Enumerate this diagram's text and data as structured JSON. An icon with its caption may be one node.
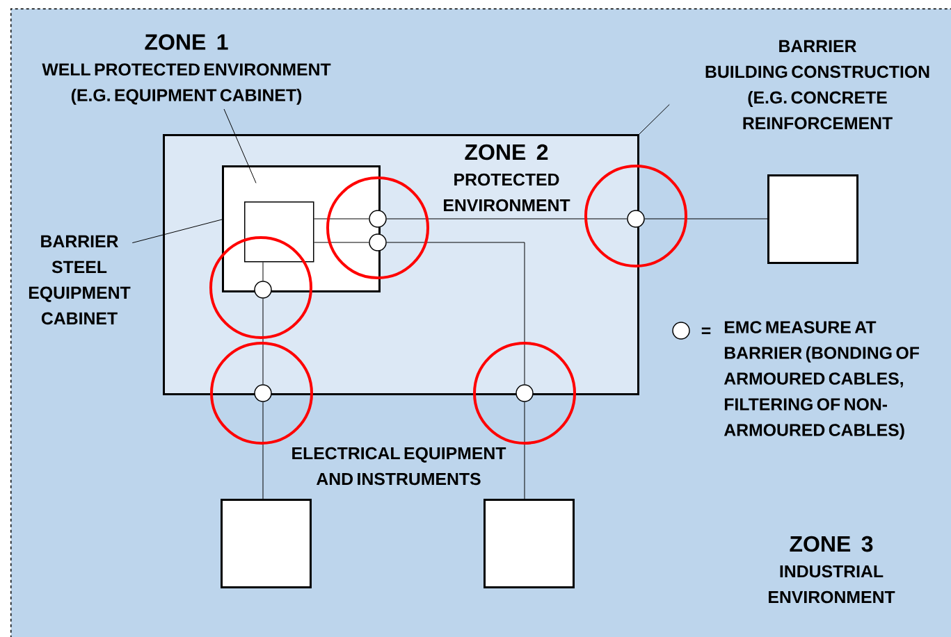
{
  "diagram": {
    "nodes": [
      {
        "text": [
          "ZONE 3",
          "INDUSTRIAL ENVIRONMENT"
        ]
      },
      {
        "text": [
          "ZONE 2",
          "PROTECTED ENVIRONMENT"
        ],
        "in": 0
      },
      {
        "text": [],
        "shape": "box",
        "in": 1
      },
      {
        "text": [],
        "shape": "box",
        "in": 2
      },
      {
        "text": [
          "ZONE 1",
          "WELL PROTECTED ENVIRONMENT (E.G. EQUIPMENT CABINET)"
        ],
        "in": 0
      },
      {
        "text": [
          "BARRIER",
          "STEEL EQUIPMENT CABINET"
        ],
        "in": 0
      },
      {
        "text": [
          "BARRIER",
          "BUILDING CONSTRUCTION (E.G. CONCRETE REINFORCEMENT"
        ],
        "in": 0
      },
      {
        "text": [],
        "shape": "circle",
        "in": 1
      },
      {
        "text": [],
        "shape": "circle",
        "in": 0
      },
      {
        "text": [],
        "shape": "circle",
        "in": 1
      },
      {
        "text": [],
        "shape": "circle",
        "in": 1
      },
      {
        "text": [],
        "shape": "circle",
        "in": 0
      },
      {
        "text": [],
        "shape": "circle",
        "in": 0
      },
      {
        "text": [],
        "shape": "box",
        "in": 0
      },
      {
        "text": [],
        "shape": "box",
        "in": 0
      },
      {
        "text": [],
        "shape": "box",
        "in": 0
      }
    ],
    "edges": [
      {
        "from": 3,
        "to": 7,
        "arrow": "none"
      },
      {
        "from": 7,
        "to": 8,
        "arrow": "none"
      },
      {
        "from": 8,
        "to": 13,
        "arrow": "none"
      },
      {
        "from": 3,
        "to": 9,
        "arrow": "none"
      },
      {
        "from": 9,
        "to": 12,
        "arrow": "none"
      },
      {
        "from": 12,
        "to": 15,
        "arrow": "none"
      },
      {
        "from": 3,
        "to": 10,
        "arrow": "none"
      },
      {
        "from": 10,
        "to": 11,
        "arrow": "none"
      },
      {
        "from": 11,
        "to": 14,
        "arrow": "none"
      },
      {
        "from": 4,
        "to": 2,
        "arrow": "none"
      },
      {
        "from": 5,
        "to": 2,
        "arrow": "none"
      },
      {
        "from": 6,
        "to": 1,
        "arrow": "none"
      }
    ],
    "labels": [
      "=",
      "ELECTRICAL EQUIPMENT AND INSTRUMENTS"
    ],
    "legend": [
      {
        "text": "EMC MEASURE AT BARRIER (BONDING OF ARMOURED CABLES, FILTERING OF NON-ARMOURED CABLES)"
      }
    ]
  }
}
